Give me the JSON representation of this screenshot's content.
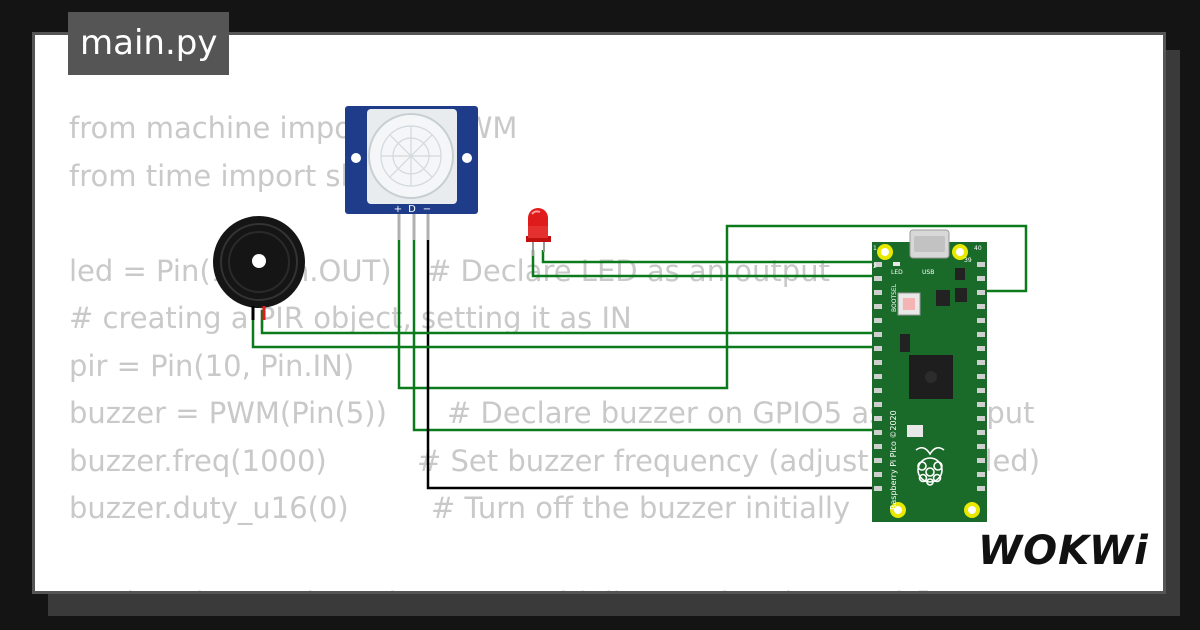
{
  "tab": {
    "label": "main.py"
  },
  "code_lines": [
    {
      "code": "from machine import Pin, PWM",
      "comment": ""
    },
    {
      "code": "from time import sleep",
      "comment": ""
    },
    {
      "code": "",
      "comment": ""
    },
    {
      "code": "led = Pin(15, Pin.OUT)",
      "comment": "# Declare LED as an output"
    },
    {
      "code": "# creating a PIR object, setting it as IN",
      "comment": ""
    },
    {
      "code": "pir = Pin(10, Pin.IN)",
      "comment": ""
    },
    {
      "code": "buzzer = PWM(Pin(5))",
      "comment": "# Declare buzzer on GPIO5 as an output"
    },
    {
      "code": "buzzer.freq(1000)",
      "comment": "# Set buzzer frequency (adjust as needed)"
    },
    {
      "code": "buzzer.duty_u16(0)",
      "comment": "# Turn off the buzzer initially"
    },
    {
      "code": "",
      "comment": ""
    },
    {
      "code": "motion_detected = False",
      "comment": "# Initialize motion detected flag"
    }
  ],
  "components": {
    "pir_pins": [
      "+",
      "D",
      "−"
    ],
    "pico_labels": {
      "led": "LED",
      "usb": "USB",
      "bootsel": "BOOTSEL",
      "board_name": "Raspberry Pi Pico ©2020",
      "pin1": "1",
      "pin2": "2",
      "pin39": "39",
      "pin40": "40"
    }
  },
  "brand": {
    "logo_text": "WOKWi"
  },
  "colors": {
    "wire_green": "#0a7a1a",
    "wire_black": "#000000",
    "pico_green": "#1a6b2a",
    "pir_blue": "#1f3c8a",
    "led_red": "#e01b1b",
    "code_gray": "#c9c9c9"
  }
}
